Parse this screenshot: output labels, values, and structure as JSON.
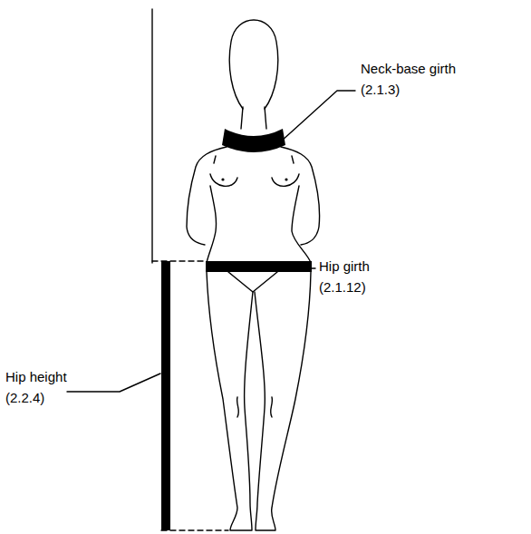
{
  "diagram": {
    "labels": [
      "Neck-base girth (2.1.3)",
      "Hip girth (2.1.12)",
      "Hip height (2.2.4)"
    ]
  }
}
